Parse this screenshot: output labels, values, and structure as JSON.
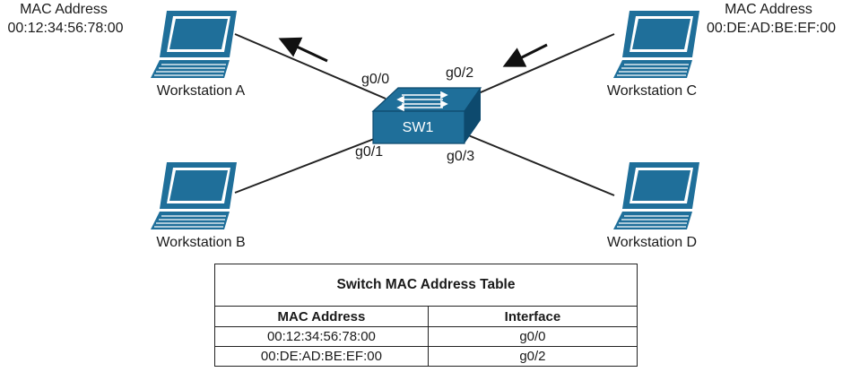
{
  "workstations": {
    "a": {
      "label": "Workstation A",
      "mac_title": "MAC Address",
      "mac": "00:12:34:56:78:00"
    },
    "b": {
      "label": "Workstation B"
    },
    "c": {
      "label": "Workstation C",
      "mac_title": "MAC Address",
      "mac": "00:DE:AD:BE:EF:00"
    },
    "d": {
      "label": "Workstation D"
    }
  },
  "switch": {
    "label": "SW1",
    "ports": {
      "top_left": "g0/0",
      "top_right": "g0/2",
      "bottom_left": "g0/1",
      "bottom_right": "g0/3"
    }
  },
  "colors": {
    "device_blue": "#1f6f9a",
    "device_dark": "#0d4a6e",
    "line": "#222222"
  },
  "table": {
    "title": "Switch MAC Address Table",
    "headers": [
      "MAC Address",
      "Interface"
    ],
    "rows": [
      [
        "00:12:34:56:78:00",
        "g0/0"
      ],
      [
        "00:DE:AD:BE:EF:00",
        "g0/2"
      ]
    ]
  }
}
